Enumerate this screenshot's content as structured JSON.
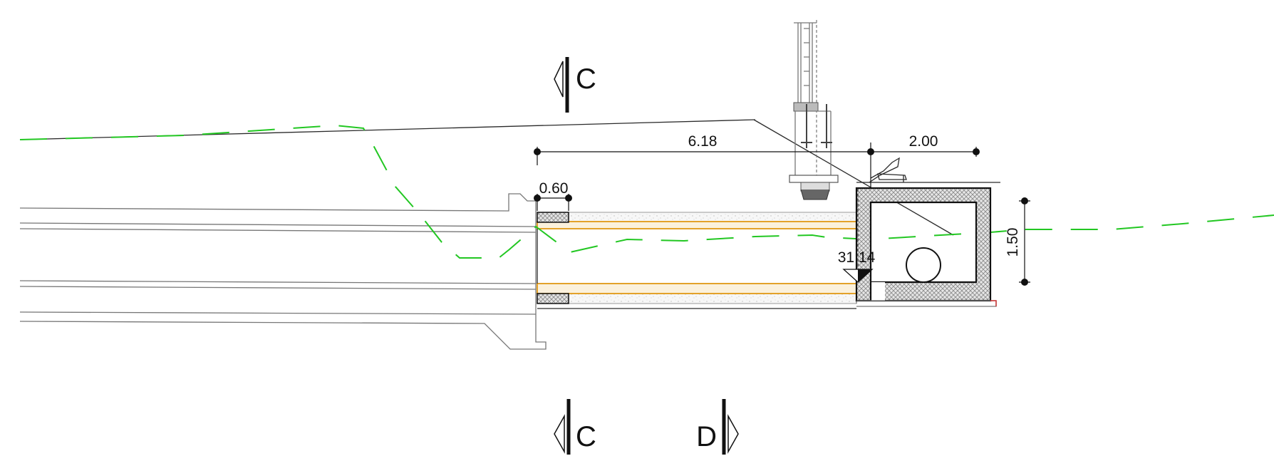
{
  "dimensions": {
    "length_main": "6.18",
    "length_box": "2.00",
    "wall_thickness": "0.60",
    "box_height": "1.50",
    "elevation": "31.14"
  },
  "section_marks": {
    "top_left": "C",
    "bottom_left": "C",
    "bottom_right": "D"
  },
  "colors": {
    "ground_line": "#22c722",
    "pipe_outline": "#e3a22a",
    "hatch": "#888888"
  }
}
